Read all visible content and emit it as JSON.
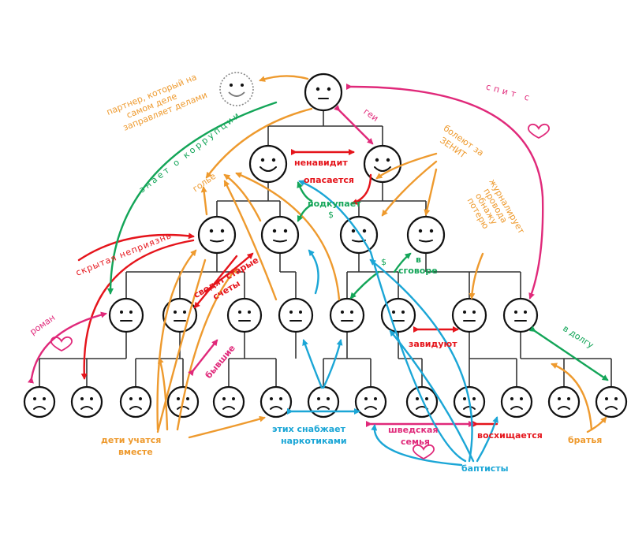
{
  "colors": {
    "orange": "#ee9a2e",
    "red": "#e5141b",
    "pink": "#e0297a",
    "green": "#13a558",
    "cyan": "#1ba6d6",
    "line": "#333333"
  },
  "labels": {
    "partner": [
      "партнер, который на",
      "самом деле",
      "заправляет делами"
    ],
    "sleeps_with": "спит с",
    "gay": "геи",
    "knows_corruption": "знает о коррупции",
    "hates": "ненавидит",
    "fears": "опасается",
    "bribes": "подкупает",
    "dollar1": "$",
    "dollar2": "$",
    "goalkeeper": "голье",
    "zenit_fans": [
      "болеют за",
      "ЗЕНИТ"
    ],
    "journalist": [
      "журналирует",
      "провода",
      "обнажу",
      "потерю"
    ],
    "hidden_dislike": "скрытая неприязнь",
    "old_scores": [
      "сводят старые",
      "счеты"
    ],
    "in_cahoots": [
      "в",
      "сговоре"
    ],
    "romance": "роман",
    "former": "бывшие",
    "envy": "завидуют",
    "in_debt": "в долгу",
    "kids_study": [
      "дети учатся",
      "вместе"
    ],
    "drug_supply": [
      "этих снабжает",
      "наркотиками"
    ],
    "swedish_family": [
      "шведская",
      "семья"
    ],
    "admire": "восхищается",
    "brothers": "братья",
    "baptists": "баптисты"
  }
}
